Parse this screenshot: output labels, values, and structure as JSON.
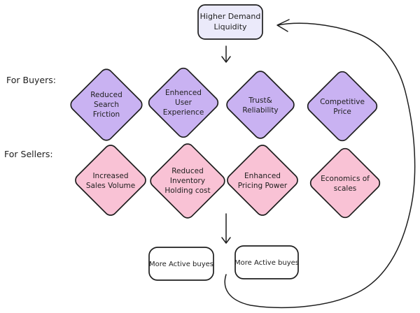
{
  "diagram": {
    "top_node": {
      "lines": [
        "Higher Demand",
        "Liquidity"
      ]
    },
    "row_labels": {
      "buyers": "For Buyers:",
      "sellers": "For Sellers:"
    },
    "buyers": [
      {
        "lines": [
          "Reduced",
          "Search",
          "Friction"
        ]
      },
      {
        "lines": [
          "Enhenced",
          "User",
          "Experience"
        ]
      },
      {
        "lines": [
          "Trust&",
          "Reliability"
        ]
      },
      {
        "lines": [
          "Competitive",
          "Price"
        ]
      }
    ],
    "sellers": [
      {
        "lines": [
          "Increased",
          "Sales Volume"
        ]
      },
      {
        "lines": [
          "Reduced",
          "Inventory",
          "Holding cost"
        ]
      },
      {
        "lines": [
          "Enhanced",
          "Pricing Power"
        ]
      },
      {
        "lines": [
          "Economics of",
          "scales"
        ]
      }
    ],
    "outcome_nodes": [
      {
        "label": "More Active buyes"
      },
      {
        "label": "More Active buyes"
      }
    ]
  },
  "colors": {
    "stroke": "#1e1e1e",
    "buyer_fill": "#c9b2f2",
    "seller_fill": "#f9c2d5",
    "top_node_fill": "#ebeafa",
    "outcome_fill": "#ffffff",
    "background": "#ffffff"
  }
}
